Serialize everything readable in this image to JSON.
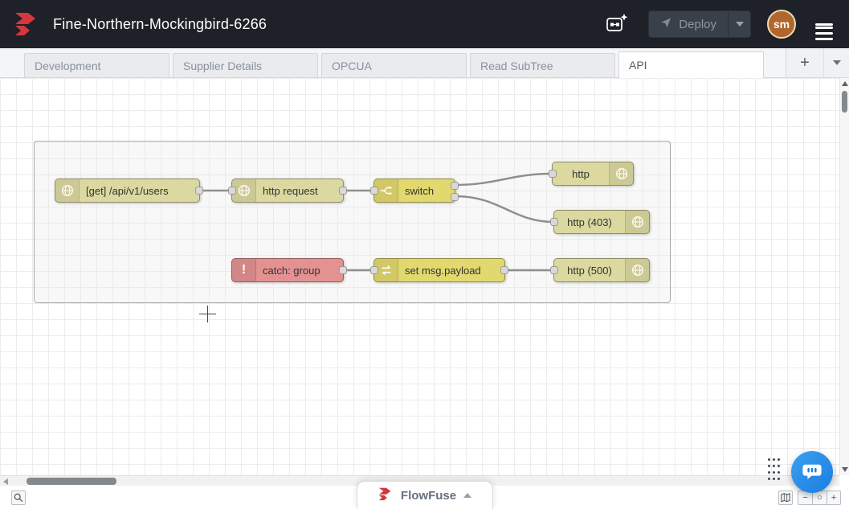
{
  "header": {
    "title": "Fine-Northern-Mockingbird-6266",
    "deploy_label": "Deploy",
    "avatar_initials": "sm"
  },
  "tabs": {
    "items": [
      {
        "label": "Development",
        "active": false
      },
      {
        "label": "Supplier Details",
        "active": false
      },
      {
        "label": "OPCUA",
        "active": false
      },
      {
        "label": "Read SubTree",
        "active": false
      },
      {
        "label": "API",
        "active": true
      }
    ],
    "add_label": "+"
  },
  "flow": {
    "nodes": [
      {
        "label": "[get] /api/v1/users"
      },
      {
        "label": "http request"
      },
      {
        "label": "switch"
      },
      {
        "label": "http"
      },
      {
        "label": "http (403)"
      },
      {
        "label": "catch: group"
      },
      {
        "label": "set msg.payload"
      },
      {
        "label": "http (500)"
      }
    ],
    "colors": {
      "http_node": "#dcd9a0",
      "yellow_node": "#e2d96e",
      "catch_node": "#e49191",
      "wire": "#8f8f8f",
      "brand_red": "#d6373f",
      "chat_blue": "#2490e8"
    }
  },
  "statusbar": {
    "zoom_out": "−",
    "zoom_reset": "○",
    "zoom_in": "+"
  },
  "footer": {
    "flowfuse_label": "FlowFuse"
  }
}
